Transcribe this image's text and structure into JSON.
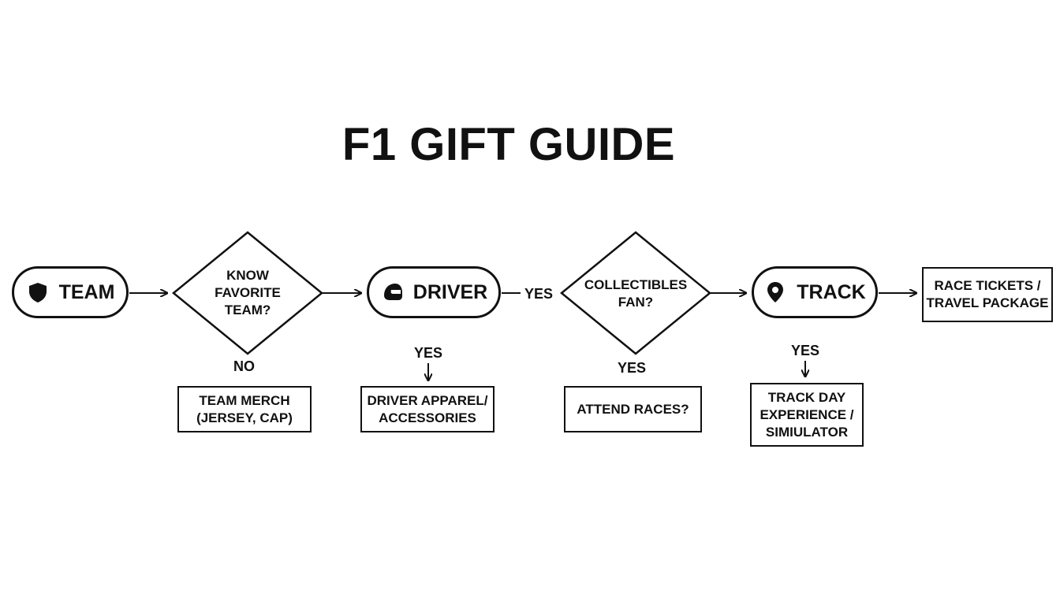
{
  "title": "F1 GIFT GUIDE",
  "nodes": {
    "team": {
      "label": "TEAM",
      "icon": "shield-icon"
    },
    "driver": {
      "label": "DRIVER",
      "icon": "helmet-icon"
    },
    "track": {
      "label": "TRACK",
      "icon": "map-pin-icon"
    },
    "decision_favorite_team": {
      "label": "KNOW\nFAVORITE\nTEAM?"
    },
    "decision_collectibles": {
      "label": "COLLECTIBLES\nFAN?"
    },
    "team_merch": {
      "label": "TEAM MERCH\n(JERSEY, CAP)"
    },
    "driver_apparel": {
      "label": "DRIVER APPAREL/\nACCESSORIES"
    },
    "attend_races": {
      "label": "ATTEND RACES?"
    },
    "track_day": {
      "label": "TRACK DAY\nEXPERIENCE /\nSIMIULATOR"
    },
    "race_tickets": {
      "label": "RACE TICKETS /\nTRAVEL PACKAGE"
    }
  },
  "edge_labels": {
    "no": "NO",
    "yes_driver": "YES",
    "yes_driver_down": "YES",
    "yes_collectibles": "YES",
    "yes_track": "YES"
  },
  "colors": {
    "stroke": "#111111",
    "background": "#ffffff"
  }
}
